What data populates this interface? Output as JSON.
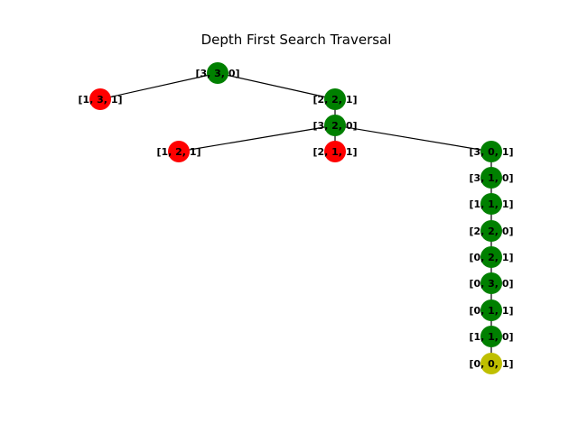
{
  "title": "Depth First Search Traversal",
  "colors": {
    "valid": "#008000",
    "invalid": "#ff0000",
    "goal": "#bfbf00",
    "edge": "#000000",
    "text": "#000000"
  },
  "nodes": [
    {
      "id": "n0",
      "label": "[3, 3, 0]",
      "status": "valid"
    },
    {
      "id": "n1",
      "label": "[1, 3, 1]",
      "status": "invalid"
    },
    {
      "id": "n2",
      "label": "[2, 2, 1]",
      "status": "valid"
    },
    {
      "id": "n3",
      "label": "[3, 2, 0]",
      "status": "valid"
    },
    {
      "id": "n4",
      "label": "[1, 2, 1]",
      "status": "invalid"
    },
    {
      "id": "n5",
      "label": "[2, 1, 1]",
      "status": "invalid"
    },
    {
      "id": "n6",
      "label": "[3, 0, 1]",
      "status": "valid"
    },
    {
      "id": "n7",
      "label": "[3, 1, 0]",
      "status": "valid"
    },
    {
      "id": "n8",
      "label": "[1, 1, 1]",
      "status": "valid"
    },
    {
      "id": "n9",
      "label": "[2, 2, 0]",
      "status": "valid"
    },
    {
      "id": "n10",
      "label": "[0, 2, 1]",
      "status": "valid"
    },
    {
      "id": "n11",
      "label": "[0, 3, 0]",
      "status": "valid"
    },
    {
      "id": "n12",
      "label": "[0, 1, 1]",
      "status": "valid"
    },
    {
      "id": "n13",
      "label": "[1, 1, 0]",
      "status": "valid"
    },
    {
      "id": "n14",
      "label": "[0, 0, 1]",
      "status": "goal"
    }
  ],
  "edges": [
    [
      "n0",
      "n1"
    ],
    [
      "n0",
      "n2"
    ],
    [
      "n2",
      "n3"
    ],
    [
      "n3",
      "n4"
    ],
    [
      "n3",
      "n5"
    ],
    [
      "n3",
      "n6"
    ],
    [
      "n6",
      "n7"
    ],
    [
      "n7",
      "n8"
    ],
    [
      "n8",
      "n9"
    ],
    [
      "n9",
      "n10"
    ],
    [
      "n10",
      "n11"
    ],
    [
      "n11",
      "n12"
    ],
    [
      "n12",
      "n13"
    ],
    [
      "n13",
      "n14"
    ]
  ]
}
